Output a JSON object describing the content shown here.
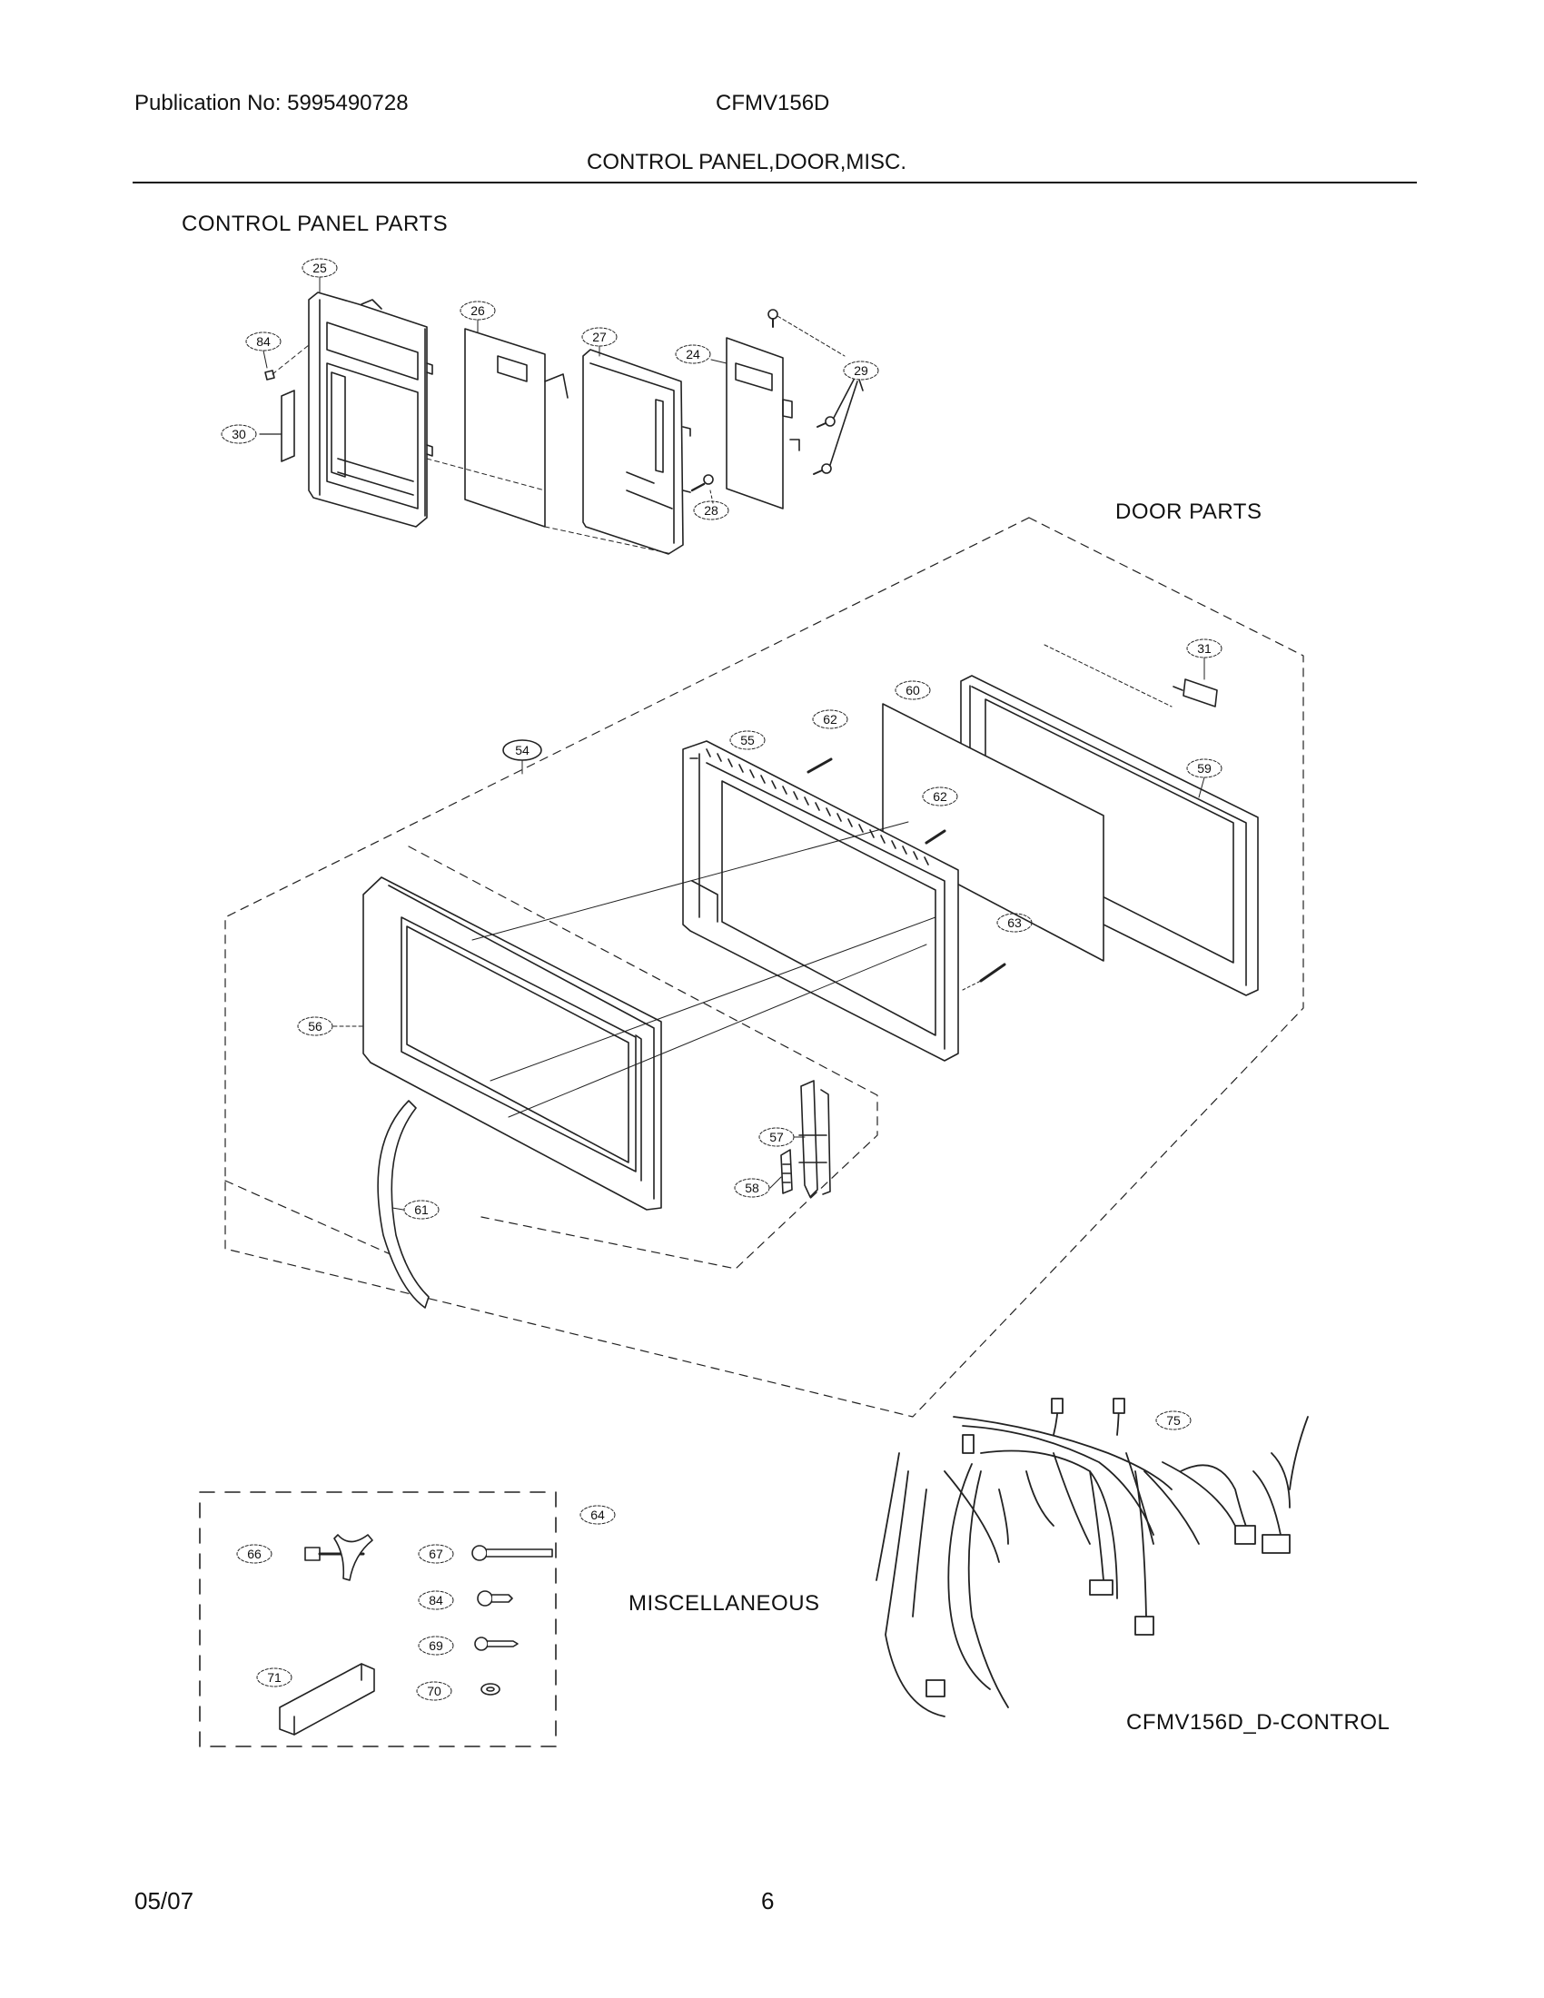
{
  "header": {
    "publication": "Publication No: 5995490728",
    "model": "CFMV156D",
    "title": "CONTROL PANEL,DOOR,MISC."
  },
  "sections": {
    "control_panel": "CONTROL PANEL PARTS",
    "door": "DOOR PARTS",
    "misc": "MISCELLANEOUS",
    "harness": "CFMV156D_D-CONTROL"
  },
  "callouts": {
    "c25": "25",
    "c26": "26",
    "c27": "27",
    "c24": "24",
    "c84a": "84",
    "c30": "30",
    "c29": "29",
    "c28": "28",
    "c31": "31",
    "c60": "60",
    "c62a": "62",
    "c62b": "62",
    "c55": "55",
    "c54": "54",
    "c59": "59",
    "c63": "63",
    "c56": "56",
    "c57": "57",
    "c58": "58",
    "c61": "61",
    "c75": "75",
    "c64": "64",
    "c66": "66",
    "c67": "67",
    "c84b": "84",
    "c69": "69",
    "c71": "71",
    "c70": "70"
  },
  "footer": {
    "date": "05/07",
    "page": "6"
  }
}
